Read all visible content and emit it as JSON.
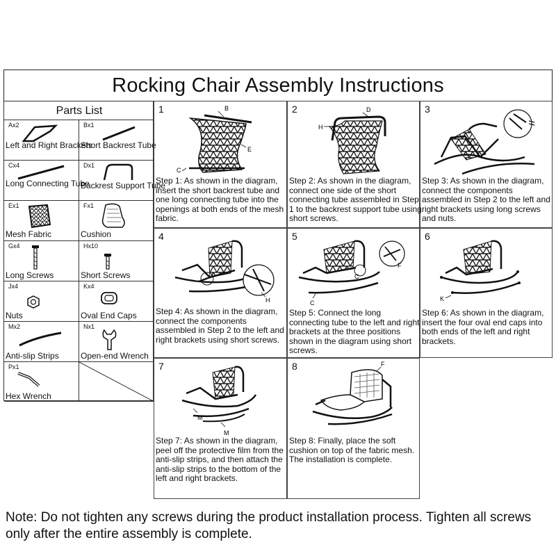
{
  "title": "Rocking Chair Assembly Instructions",
  "parts_list": {
    "heading": "Parts List",
    "items": [
      {
        "code": "Ax2",
        "name": "Left and Right Brackets",
        "icon": "bracket-icon"
      },
      {
        "code": "Bx1",
        "name": "Short Backrest Tube",
        "icon": "short-tube-icon"
      },
      {
        "code": "Cx4",
        "name": "Long Connecting Tube",
        "icon": "long-tube-icon"
      },
      {
        "code": "Dx1",
        "name": "Backrest Support Tube",
        "icon": "support-tube-icon"
      },
      {
        "code": "Ex1",
        "name": "Mesh Fabric",
        "icon": "mesh-fabric-icon"
      },
      {
        "code": "Fx1",
        "name": "Cushion",
        "icon": "cushion-icon"
      },
      {
        "code": "Gx4",
        "name": "Long Screws",
        "icon": "long-screw-icon"
      },
      {
        "code": "Hx10",
        "name": "Short Screws",
        "icon": "short-screw-icon"
      },
      {
        "code": "Jx4",
        "name": "Nuts",
        "icon": "nut-icon"
      },
      {
        "code": "Kx4",
        "name": "Oval End Caps",
        "icon": "end-cap-icon"
      },
      {
        "code": "Mx2",
        "name": "Anti-slip Strips",
        "icon": "strip-icon"
      },
      {
        "code": "Nx1",
        "name": "Open-end Wrench",
        "icon": "wrench-icon"
      },
      {
        "code": "Px1",
        "name": "Hex Wrench",
        "icon": "hex-wrench-icon"
      }
    ]
  },
  "steps": [
    {
      "num": "1",
      "text": "Step 1: As shown in the diagram, insert the short backrest tube and one long connecting tube into the openings at both ends of the mesh fabric.",
      "labels": [
        "B",
        "E",
        "C"
      ]
    },
    {
      "num": "2",
      "text": "Step 2: As shown in the diagram, connect one side of the short connecting tube assembled in Step 1 to the backrest support tube using short screws.",
      "labels": [
        "D",
        "H"
      ]
    },
    {
      "num": "3",
      "text": "Step 3: As shown in the diagram, connect the components assembled in Step 2 to the left and right brackets using long screws and nuts.",
      "labels": []
    },
    {
      "num": "4",
      "text": "Step 4: As shown in the diagram, connect the components assembled in Step 2 to the left and right brackets using short screws.",
      "labels": [
        "H"
      ]
    },
    {
      "num": "5",
      "text": "Step 5: Connect the long connecting tube to the left and right brackets at the three positions shown in the diagram using short screws.",
      "labels": [
        "F",
        "C",
        "C"
      ]
    },
    {
      "num": "6",
      "text": "Step 6: As shown in the diagram, insert the four oval end caps into both ends of the left and right brackets.",
      "labels": [
        "K"
      ]
    },
    {
      "num": "7",
      "text": "Step 7: As shown in the diagram, peel off the protective film from the anti-slip strips, and then attach the anti-slip strips to the bottom of the left and right brackets.",
      "labels": [
        "M",
        "M"
      ]
    },
    {
      "num": "8",
      "text": "Step 8: Finally, place the soft cushion on top of the fabric mesh. The installation is complete.",
      "labels": [
        "F"
      ]
    }
  ],
  "note": "Note: Do not tighten any screws during the product installation process. Tighten all screws only after the entire assembly is complete."
}
